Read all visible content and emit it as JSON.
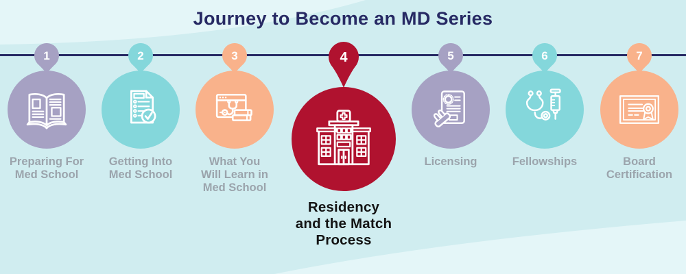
{
  "title": "Journey to Become an MD Series",
  "colors": {
    "bg_light": "#e4f6f8",
    "bg_mint": "#d0edf0",
    "navy": "#272a64",
    "label_gray": "#9ba4ac",
    "label_black": "#141414"
  },
  "steps": [
    {
      "number": "1",
      "label": "Preparing For\nMed School",
      "color": "#a6a1c3",
      "icon": "open-book-icon"
    },
    {
      "number": "2",
      "label": "Getting Into\nMed School",
      "color": "#84d7db",
      "icon": "checklist-icon"
    },
    {
      "number": "3",
      "label": "What You\nWill Learn in\nMed School",
      "color": "#f9b28b",
      "icon": "online-learning-icon"
    },
    {
      "number": "4",
      "label": "Residency\nand the Match\nProcess",
      "color": "#b0122f",
      "icon": "hospital-icon",
      "featured": true
    },
    {
      "number": "5",
      "label": "Licensing",
      "color": "#a6a1c3",
      "icon": "license-stamp-icon"
    },
    {
      "number": "6",
      "label": "Fellowships",
      "color": "#84d7db",
      "icon": "stethoscope-syringe-icon"
    },
    {
      "number": "7",
      "label": "Board\nCertification",
      "color": "#f9b28b",
      "icon": "certificate-icon"
    }
  ]
}
